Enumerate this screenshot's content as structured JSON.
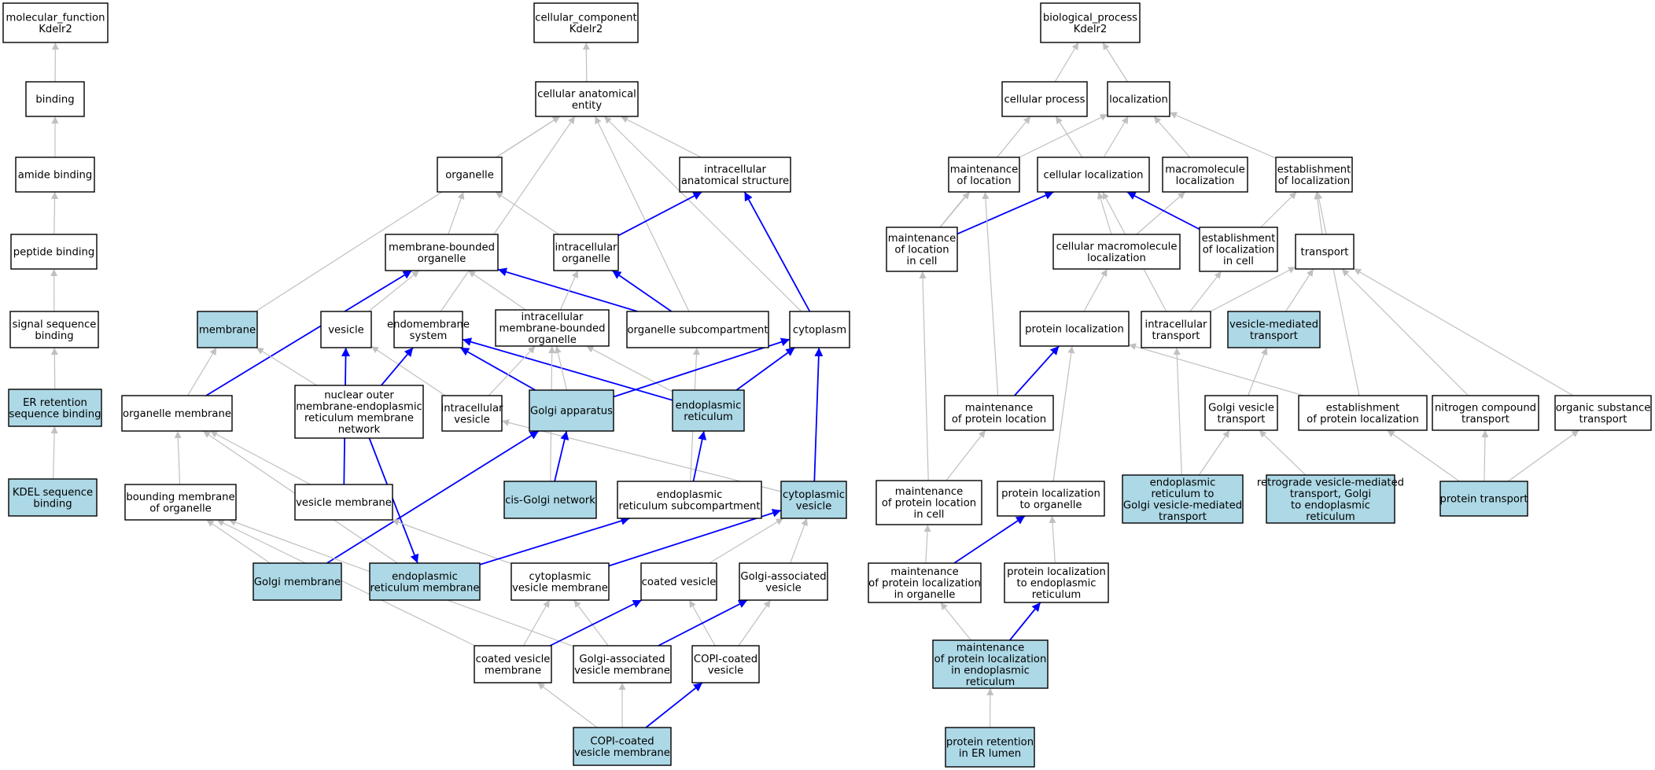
{
  "colors": {
    "highlight_fill": "#add8e6",
    "default_fill": "#ffffff",
    "gray_edge": "#c0c0c0",
    "blue_edge": "#0000ff"
  },
  "nodes": [
    {
      "id": "mf",
      "label": [
        "molecular_function",
        "Kdelr2"
      ],
      "hl": false
    },
    {
      "id": "binding",
      "label": [
        "binding"
      ],
      "hl": false
    },
    {
      "id": "amide",
      "label": [
        "amide binding"
      ],
      "hl": false
    },
    {
      "id": "peptide",
      "label": [
        "peptide binding"
      ],
      "hl": false
    },
    {
      "id": "sigseq",
      "label": [
        "signal sequence",
        "binding"
      ],
      "hl": false
    },
    {
      "id": "erret",
      "label": [
        "ER retention",
        "sequence binding"
      ],
      "hl": true
    },
    {
      "id": "kdel",
      "label": [
        "KDEL sequence",
        "binding"
      ],
      "hl": true
    },
    {
      "id": "cc",
      "label": [
        "cellular_component",
        "Kdelr2"
      ],
      "hl": false
    },
    {
      "id": "cae",
      "label": [
        "cellular anatomical",
        "entity"
      ],
      "hl": false
    },
    {
      "id": "organelle",
      "label": [
        "organelle"
      ],
      "hl": false
    },
    {
      "id": "ias",
      "label": [
        "intracellular",
        "anatomical structure"
      ],
      "hl": false
    },
    {
      "id": "mbo",
      "label": [
        "membrane-bounded",
        "organelle"
      ],
      "hl": false
    },
    {
      "id": "io",
      "label": [
        "intracellular",
        "organelle"
      ],
      "hl": false
    },
    {
      "id": "membrane",
      "label": [
        "membrane"
      ],
      "hl": true
    },
    {
      "id": "vesicle",
      "label": [
        "vesicle"
      ],
      "hl": false
    },
    {
      "id": "endosys",
      "label": [
        "endomembrane",
        "system"
      ],
      "hl": false
    },
    {
      "id": "imbo",
      "label": [
        "intracellular",
        "membrane-bounded",
        "organelle"
      ],
      "hl": false
    },
    {
      "id": "osub",
      "label": [
        "organelle subcompartment"
      ],
      "hl": false
    },
    {
      "id": "cytoplasm",
      "label": [
        "cytoplasm"
      ],
      "hl": false
    },
    {
      "id": "orgmem",
      "label": [
        "organelle membrane"
      ],
      "hl": false
    },
    {
      "id": "nuclear",
      "label": [
        "nuclear outer",
        "membrane-endoplasmic",
        "reticulum membrane",
        "network"
      ],
      "hl": false
    },
    {
      "id": "ivesicle",
      "label": [
        "intracellular",
        "vesicle"
      ],
      "hl": false
    },
    {
      "id": "golgi",
      "label": [
        "Golgi apparatus"
      ],
      "hl": true
    },
    {
      "id": "er",
      "label": [
        "endoplasmic",
        "reticulum"
      ],
      "hl": true
    },
    {
      "id": "bmo",
      "label": [
        "bounding membrane",
        "of organelle"
      ],
      "hl": false
    },
    {
      "id": "vesmem",
      "label": [
        "vesicle membrane"
      ],
      "hl": false
    },
    {
      "id": "cisgolgi",
      "label": [
        "cis-Golgi network"
      ],
      "hl": true
    },
    {
      "id": "ersub",
      "label": [
        "endoplasmic",
        "reticulum subcompartment"
      ],
      "hl": false
    },
    {
      "id": "cytves",
      "label": [
        "cytoplasmic",
        "vesicle"
      ],
      "hl": true
    },
    {
      "id": "golgimem",
      "label": [
        "Golgi membrane"
      ],
      "hl": true
    },
    {
      "id": "ermem",
      "label": [
        "endoplasmic",
        "reticulum membrane"
      ],
      "hl": true
    },
    {
      "id": "cvm",
      "label": [
        "cytoplasmic",
        "vesicle membrane"
      ],
      "hl": false
    },
    {
      "id": "coatves",
      "label": [
        "coated vesicle"
      ],
      "hl": false
    },
    {
      "id": "golgiassoc",
      "label": [
        "Golgi-associated",
        "vesicle"
      ],
      "hl": false
    },
    {
      "id": "coatvesmem",
      "label": [
        "coated vesicle",
        "membrane"
      ],
      "hl": false
    },
    {
      "id": "gavm",
      "label": [
        "Golgi-associated",
        "vesicle membrane"
      ],
      "hl": false
    },
    {
      "id": "copi",
      "label": [
        "COPI-coated",
        "vesicle"
      ],
      "hl": false
    },
    {
      "id": "copimem",
      "label": [
        "COPI-coated",
        "vesicle membrane"
      ],
      "hl": true
    },
    {
      "id": "bp",
      "label": [
        "biological_process",
        "Kdelr2"
      ],
      "hl": false
    },
    {
      "id": "cellproc",
      "label": [
        "cellular process"
      ],
      "hl": false
    },
    {
      "id": "localization",
      "label": [
        "localization"
      ],
      "hl": false
    },
    {
      "id": "mol",
      "label": [
        "maintenance",
        "of location"
      ],
      "hl": false
    },
    {
      "id": "cloc",
      "label": [
        "cellular localization"
      ],
      "hl": false
    },
    {
      "id": "macroloc",
      "label": [
        "macromolecule",
        "localization"
      ],
      "hl": false
    },
    {
      "id": "estloc",
      "label": [
        "establishment",
        "of localization"
      ],
      "hl": false
    },
    {
      "id": "molcell",
      "label": [
        "maintenance",
        "of location",
        "in cell"
      ],
      "hl": false
    },
    {
      "id": "cmacroloc",
      "label": [
        "cellular macromolecule",
        "localization"
      ],
      "hl": false
    },
    {
      "id": "estloccell",
      "label": [
        "establishment",
        "of localization",
        "in cell"
      ],
      "hl": false
    },
    {
      "id": "transport",
      "label": [
        "transport"
      ],
      "hl": false
    },
    {
      "id": "protloc",
      "label": [
        "protein localization"
      ],
      "hl": false
    },
    {
      "id": "itrans",
      "label": [
        "intracellular",
        "transport"
      ],
      "hl": false
    },
    {
      "id": "vmt",
      "label": [
        "vesicle-mediated",
        "transport"
      ],
      "hl": true
    },
    {
      "id": "mpl",
      "label": [
        "maintenance",
        "of protein location"
      ],
      "hl": false
    },
    {
      "id": "gvt",
      "label": [
        "Golgi vesicle",
        "transport"
      ],
      "hl": false
    },
    {
      "id": "estprot",
      "label": [
        "establishment",
        "of protein localization"
      ],
      "hl": false
    },
    {
      "id": "ncompt",
      "label": [
        "nitrogen compound",
        "transport"
      ],
      "hl": false
    },
    {
      "id": "orgsub",
      "label": [
        "organic substance",
        "transport"
      ],
      "hl": false
    },
    {
      "id": "mplcell",
      "label": [
        "maintenance",
        "of protein location",
        "in cell"
      ],
      "hl": false
    },
    {
      "id": "plorg",
      "label": [
        "protein localization",
        "to organelle"
      ],
      "hl": false
    },
    {
      "id": "ertogolgi",
      "label": [
        "endoplasmic",
        "reticulum to",
        "Golgi vesicle-mediated",
        "transport"
      ],
      "hl": true
    },
    {
      "id": "retro",
      "label": [
        "retrograde vesicle-mediated",
        "transport, Golgi",
        "to endoplasmic",
        "reticulum"
      ],
      "hl": true
    },
    {
      "id": "prottrans",
      "label": [
        "protein transport"
      ],
      "hl": true
    },
    {
      "id": "mplorg",
      "label": [
        "maintenance",
        "of protein localization",
        "in organelle"
      ],
      "hl": false
    },
    {
      "id": "pler",
      "label": [
        "protein localization",
        "to endoplasmic",
        "reticulum"
      ],
      "hl": false
    },
    {
      "id": "mpler",
      "label": [
        "maintenance",
        "of protein localization",
        "in endoplasmic",
        "reticulum"
      ],
      "hl": true
    },
    {
      "id": "protret",
      "label": [
        "protein retention",
        "in ER lumen"
      ],
      "hl": true
    }
  ],
  "edges": [
    [
      "binding",
      "mf",
      0
    ],
    [
      "amide",
      "binding",
      0
    ],
    [
      "peptide",
      "amide",
      0
    ],
    [
      "sigseq",
      "peptide",
      0
    ],
    [
      "erret",
      "sigseq",
      0
    ],
    [
      "kdel",
      "erret",
      0
    ],
    [
      "cae",
      "cc",
      0
    ],
    [
      "organelle",
      "cae",
      0
    ],
    [
      "ias",
      "cae",
      0
    ],
    [
      "membrane",
      "cae",
      0
    ],
    [
      "endosys",
      "cae",
      0
    ],
    [
      "osub",
      "cae",
      0
    ],
    [
      "cytoplasm",
      "cae",
      0
    ],
    [
      "mbo",
      "organelle",
      0
    ],
    [
      "io",
      "organelle",
      0
    ],
    [
      "io",
      "ias",
      1
    ],
    [
      "cytoplasm",
      "ias",
      1
    ],
    [
      "vesicle",
      "mbo",
      0
    ],
    [
      "imbo",
      "mbo",
      0
    ],
    [
      "osub",
      "mbo",
      1
    ],
    [
      "orgmem",
      "mbo",
      1
    ],
    [
      "imbo",
      "io",
      0
    ],
    [
      "osub",
      "io",
      1
    ],
    [
      "orgmem",
      "membrane",
      0
    ],
    [
      "nuclear",
      "membrane",
      0
    ],
    [
      "vesmem",
      "vesicle",
      1
    ],
    [
      "ivesicle",
      "vesicle",
      0
    ],
    [
      "nuclear",
      "endosys",
      1
    ],
    [
      "golgi",
      "endosys",
      1
    ],
    [
      "er",
      "endosys",
      1
    ],
    [
      "ivesicle",
      "imbo",
      0
    ],
    [
      "golgi",
      "imbo",
      0
    ],
    [
      "er",
      "imbo",
      0
    ],
    [
      "cisgolgi",
      "imbo",
      0
    ],
    [
      "ersub",
      "osub",
      0
    ],
    [
      "golgi",
      "cytoplasm",
      1
    ],
    [
      "er",
      "cytoplasm",
      1
    ],
    [
      "cytves",
      "cytoplasm",
      1
    ],
    [
      "bmo",
      "orgmem",
      0
    ],
    [
      "vesmem",
      "orgmem",
      0
    ],
    [
      "ermem",
      "orgmem",
      0
    ],
    [
      "nuclear",
      "ermem",
      1
    ],
    [
      "cytves",
      "ivesicle",
      0
    ],
    [
      "cisgolgi",
      "golgi",
      1
    ],
    [
      "golgimem",
      "golgi",
      1
    ],
    [
      "ersub",
      "er",
      1
    ],
    [
      "golgimem",
      "bmo",
      0
    ],
    [
      "coatvesmem",
      "bmo",
      0
    ],
    [
      "gavm",
      "bmo",
      0
    ],
    [
      "cvm",
      "vesmem",
      0
    ],
    [
      "ermem",
      "ersub",
      1
    ],
    [
      "cvm",
      "cytves",
      1
    ],
    [
      "coatves",
      "cytves",
      0
    ],
    [
      "golgiassoc",
      "cytves",
      0
    ],
    [
      "coatvesmem",
      "cvm",
      0
    ],
    [
      "gavm",
      "cvm",
      0
    ],
    [
      "coatvesmem",
      "coatves",
      1
    ],
    [
      "copi",
      "coatves",
      0
    ],
    [
      "gavm",
      "golgiassoc",
      1
    ],
    [
      "copi",
      "golgiassoc",
      0
    ],
    [
      "copimem",
      "coatvesmem",
      0
    ],
    [
      "copimem",
      "gavm",
      0
    ],
    [
      "copimem",
      "copi",
      1
    ],
    [
      "cellproc",
      "bp",
      0
    ],
    [
      "localization",
      "bp",
      0
    ],
    [
      "mol",
      "localization",
      0
    ],
    [
      "cloc",
      "localization",
      0
    ],
    [
      "cloc",
      "cellproc",
      0
    ],
    [
      "macroloc",
      "localization",
      0
    ],
    [
      "estloc",
      "localization",
      0
    ],
    [
      "molcell",
      "cellproc",
      0
    ],
    [
      "molcell",
      "mol",
      0
    ],
    [
      "molcell",
      "cloc",
      1
    ],
    [
      "cmacroloc",
      "cloc",
      0
    ],
    [
      "cmacroloc",
      "macroloc",
      0
    ],
    [
      "estloccell",
      "cloc",
      1
    ],
    [
      "estloccell",
      "estloc",
      0
    ],
    [
      "transport",
      "estloc",
      0
    ],
    [
      "protloc",
      "cmacroloc",
      0
    ],
    [
      "itrans",
      "cloc",
      0
    ],
    [
      "itrans",
      "estloccell",
      0
    ],
    [
      "itrans",
      "transport",
      0
    ],
    [
      "vmt",
      "transport",
      0
    ],
    [
      "mpl",
      "mol",
      0
    ],
    [
      "mpl",
      "protloc",
      1
    ],
    [
      "gvt",
      "vmt",
      0
    ],
    [
      "estprot",
      "protloc",
      0
    ],
    [
      "estprot",
      "estloc",
      0
    ],
    [
      "ncompt",
      "transport",
      0
    ],
    [
      "orgsub",
      "transport",
      0
    ],
    [
      "mplcell",
      "molcell",
      0
    ],
    [
      "mplcell",
      "mpl",
      0
    ],
    [
      "plorg",
      "protloc",
      0
    ],
    [
      "ertogolgi",
      "itrans",
      0
    ],
    [
      "ertogolgi",
      "gvt",
      0
    ],
    [
      "retro",
      "gvt",
      0
    ],
    [
      "prottrans",
      "estprot",
      0
    ],
    [
      "prottrans",
      "ncompt",
      0
    ],
    [
      "prottrans",
      "orgsub",
      0
    ],
    [
      "mplorg",
      "mplcell",
      0
    ],
    [
      "mplorg",
      "plorg",
      1
    ],
    [
      "pler",
      "plorg",
      0
    ],
    [
      "mpler",
      "mplorg",
      0
    ],
    [
      "mpler",
      "pler",
      1
    ],
    [
      "protret",
      "mpler",
      0
    ]
  ]
}
